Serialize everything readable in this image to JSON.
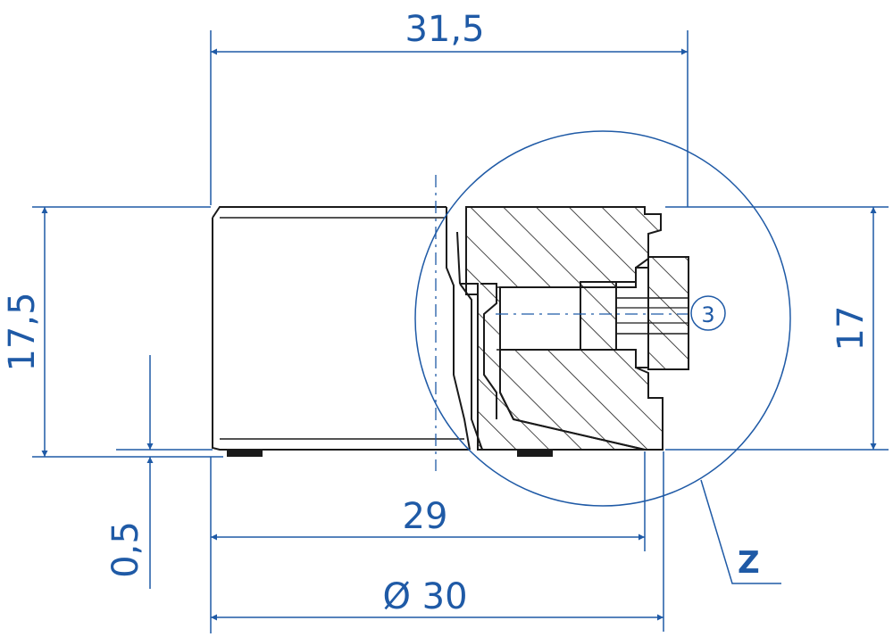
{
  "colors": {
    "dimension": "#1f5aa6",
    "part": "#1a1a1a",
    "background": "#ffffff"
  },
  "dimensions": {
    "overall_width": "31,5",
    "left_height": "17,5",
    "right_height": "17",
    "gap": "0,5",
    "inner_width": "29",
    "diameter": "Ø 30"
  },
  "callouts": {
    "detail_label": "Z",
    "item_number": "3"
  }
}
